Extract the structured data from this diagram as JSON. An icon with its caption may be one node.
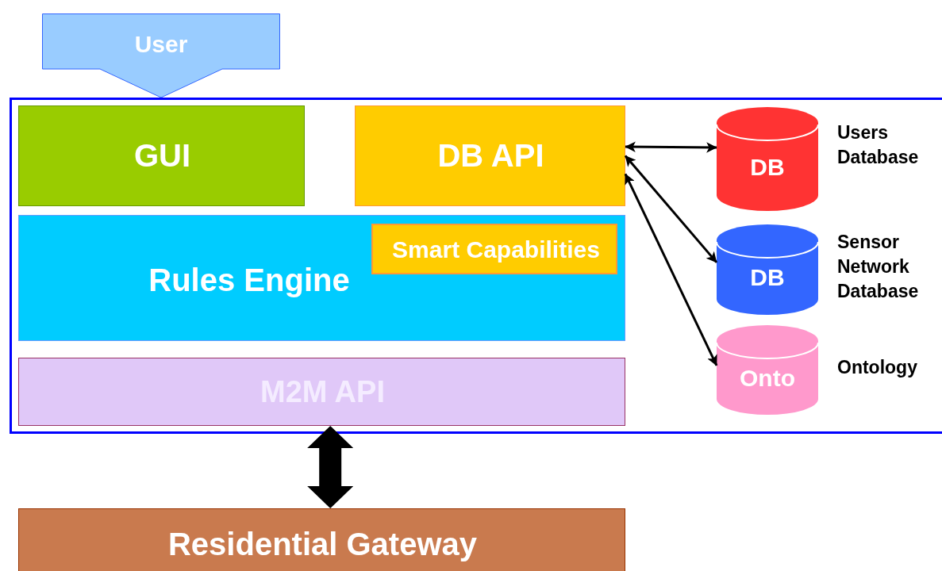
{
  "diagram": {
    "nodes": [
      {
        "text": [
          "User"
        ]
      },
      {
        "text": [],
        "shape": "box"
      },
      {
        "text": [
          "GUI"
        ],
        "in": 1
      },
      {
        "text": [
          "DB API"
        ],
        "in": 1
      },
      {
        "text": [
          "Rules Engine"
        ],
        "in": 1
      },
      {
        "text": [
          "Smart Capabilities"
        ],
        "in": 4
      },
      {
        "text": [
          "M2M API"
        ],
        "in": 1
      },
      {
        "text": [
          "Residential Gateway"
        ]
      },
      {
        "text": [
          "DB"
        ],
        "beside": [
          "Users Database"
        ],
        "in": 1
      },
      {
        "text": [
          "DB"
        ],
        "beside": [
          "Sensor Network Database"
        ],
        "in": 1
      },
      {
        "text": [
          "Onto"
        ],
        "beside": [
          "Ontology"
        ],
        "in": 1
      }
    ],
    "edges": [
      {
        "from": 3,
        "to": 8,
        "arrow": "both"
      },
      {
        "from": 3,
        "to": 9,
        "arrow": "both"
      },
      {
        "from": 3,
        "to": 10,
        "arrow": "both"
      },
      {
        "from": 6,
        "to": 7,
        "arrow": "both",
        "style": "thick"
      }
    ]
  }
}
